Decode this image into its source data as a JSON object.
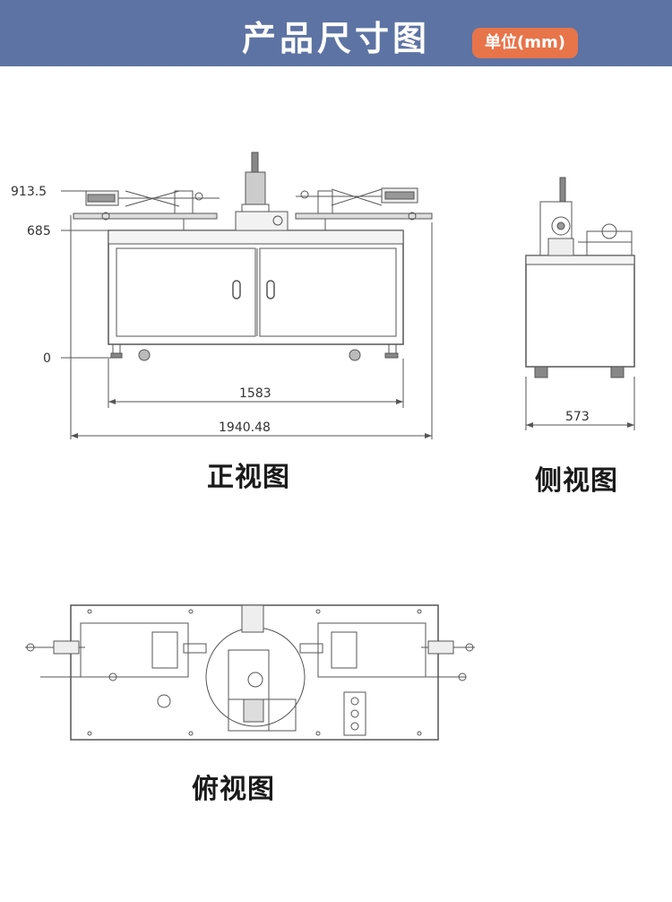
{
  "header": {
    "title": "产品尺寸图",
    "unit": "单位(mm)"
  },
  "front_view": {
    "label": "正视图",
    "height_marks": [
      "913.5",
      "685",
      "0"
    ],
    "inner_width": "1583",
    "overall_width": "1940.48"
  },
  "side_view": {
    "label": "侧视图",
    "depth": "573"
  },
  "top_view": {
    "label": "俯视图"
  },
  "colors": {
    "header_bg": "#5d73a3",
    "unit_badge_bg": "#e8744a",
    "line": "#555555"
  }
}
